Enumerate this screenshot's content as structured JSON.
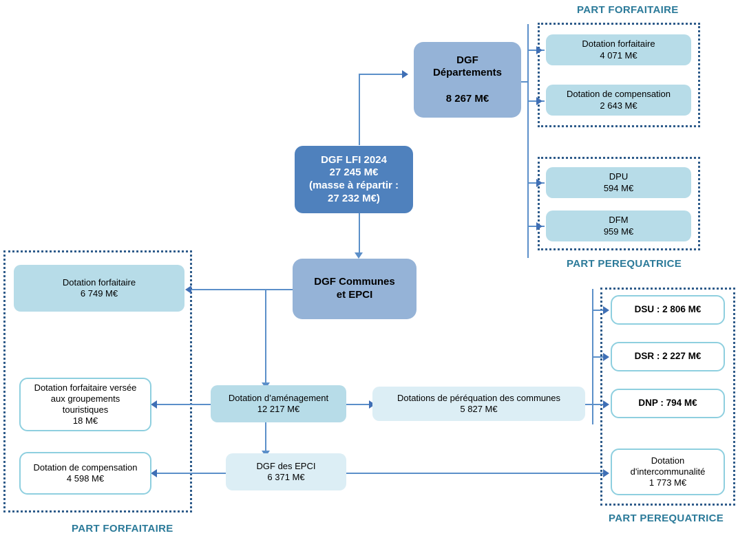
{
  "diagram": {
    "title_hidden": "",
    "accent_colors": {
      "root_fill": "#4f81bd",
      "major_fill": "#95b3d7",
      "cyan_fill": "#b7dce8",
      "pale_fill": "#dceef5",
      "white_border": "#8ecfdf",
      "group_border": "#2e5b8a",
      "caption_color": "#2b7a99",
      "connector": "#5b8fc9"
    }
  },
  "nodes": {
    "root": "DGF LFI 2024\n27 245 M€\n(masse à répartir :\n27 232 M€)",
    "departements": "DGF\nDépartements\n\n8 267 M€",
    "communes_epci": "DGF Communes\net EPCI",
    "dep_forfaitaire": "Dotation forfaitaire\n4 071 M€",
    "dep_compensation": "Dotation de compensation\n2 643 M€",
    "dpu": "DPU\n594 M€",
    "dfm": "DFM\n959 M€",
    "com_forfaitaire": "Dotation forfaitaire\n6 749 M€",
    "com_touristiques": "Dotation forfaitaire versée\naux groupements\ntouristiques\n18 M€",
    "com_compensation": "Dotation de compensation\n4 598 M€",
    "amenagement": "Dotation d’aménagement\n12 217 M€",
    "perequation_communes": "Dotations de péréquation des communes\n5 827 M€",
    "dgf_epci": "DGF des EPCI\n6 371 M€",
    "dsu": "DSU : 2 806 M€",
    "dsr": "DSR : 2 227 M€",
    "dnp": "DNP : 794 M€",
    "intercommunalite": "Dotation\nd'intercommunalité\n1 773 M€"
  },
  "captions": {
    "top_right": "PART FORFAITAIRE",
    "mid_right": "PART PEREQUATRICE",
    "bottom_left": "PART FORFAITAIRE",
    "bottom_right": "PART PEREQUATRICE"
  },
  "chart_data": {
    "type": "diagram",
    "title": "Répartition de la DGF LFI 2024",
    "unit": "M€",
    "root": {
      "label": "DGF LFI 2024",
      "value": 27245,
      "to_distribute": 27232
    },
    "branches": [
      {
        "label": "DGF Départements",
        "value": 8267,
        "children": [
          {
            "label": "Dotation forfaitaire",
            "value": 4071,
            "group": "PART FORFAITAIRE"
          },
          {
            "label": "Dotation de compensation",
            "value": 2643,
            "group": "PART FORFAITAIRE"
          },
          {
            "label": "DPU",
            "value": 594,
            "group": "PART PEREQUATRICE"
          },
          {
            "label": "DFM",
            "value": 959,
            "group": "PART PEREQUATRICE"
          }
        ]
      },
      {
        "label": "DGF Communes et EPCI",
        "value": null,
        "children": [
          {
            "label": "Dotation forfaitaire",
            "value": 6749,
            "group": "PART FORFAITAIRE"
          },
          {
            "label": "Dotation d’aménagement",
            "value": 12217,
            "group": null,
            "children": [
              {
                "label": "Dotation forfaitaire versée aux groupements touristiques",
                "value": 18,
                "group": "PART FORFAITAIRE"
              },
              {
                "label": "Dotations de péréquation des communes",
                "value": 5827,
                "group": null,
                "children": [
                  {
                    "label": "DSU",
                    "value": 2806,
                    "group": "PART PEREQUATRICE"
                  },
                  {
                    "label": "DSR",
                    "value": 2227,
                    "group": "PART PEREQUATRICE"
                  },
                  {
                    "label": "DNP",
                    "value": 794,
                    "group": "PART PEREQUATRICE"
                  }
                ]
              },
              {
                "label": "DGF des EPCI",
                "value": 6371,
                "group": null,
                "children": [
                  {
                    "label": "Dotation de compensation",
                    "value": 4598,
                    "group": "PART FORFAITAIRE"
                  },
                  {
                    "label": "Dotation d'intercommunalité",
                    "value": 1773,
                    "group": "PART PEREQUATRICE"
                  }
                ]
              }
            ]
          }
        ]
      }
    ]
  }
}
